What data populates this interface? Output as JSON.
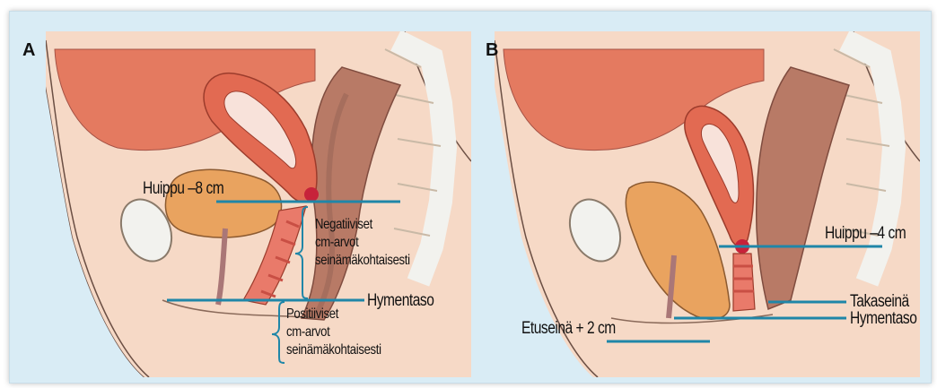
{
  "panels": [
    {
      "letter": "A",
      "labels": {
        "apex": "Huippu –8 cm",
        "negative_line1": "Negatiiviset",
        "negative_line2": "cm-arvot",
        "negative_line3": "seinämäkohtaisesti",
        "hymen": "Hymentaso",
        "positive_line1": "Positiiviset",
        "positive_line2": "cm-arvot",
        "positive_line3": "seinämäkohtaisesti"
      }
    },
    {
      "letter": "B",
      "labels": {
        "apex": "Huippu –4 cm",
        "posterior_wall": "Takaseinä",
        "hymen": "Hymentaso",
        "anterior_wall": "Etuseinä + 2 cm"
      }
    }
  ],
  "colors": {
    "background": "#d9ecf5",
    "measurement_line": "#1f86a8",
    "body": "#f6d9c6",
    "abdomen": "#e47a60",
    "uterus": "#e26a52",
    "rectum": "#b87a66",
    "bladder": "#e9a35f"
  }
}
